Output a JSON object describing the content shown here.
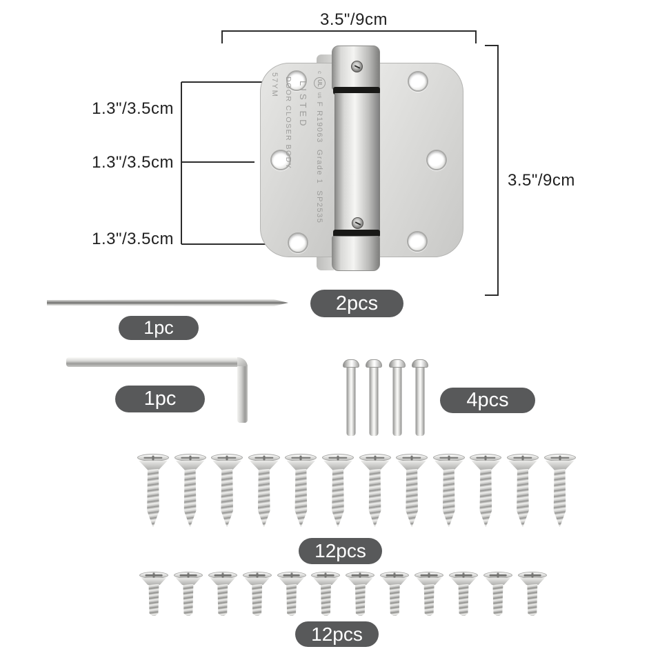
{
  "dimensions": {
    "top_width": "3.5\"/9cm",
    "right_height": "3.5\"/9cm",
    "left_seg_1": "1.3\"/3.5cm",
    "left_seg_2": "1.3\"/3.5cm",
    "left_seg_3": "1.3\"/3.5cm"
  },
  "hinge": {
    "badge": "2pcs",
    "stamp": {
      "ul_prefix": "c",
      "ul_mark": "UL",
      "ul_suffix": "us",
      "cert_line": "F R19063  Grade 1  SP2535",
      "listed": "LISTED",
      "body": "DOOR CLOSER BODY",
      "code": "57YM"
    }
  },
  "hardware": {
    "rod": {
      "badge": "1pc",
      "count": 1
    },
    "hex_key": {
      "badge": "1pc",
      "count": 1
    },
    "pins": {
      "badge": "4pcs",
      "count": 4
    },
    "long_screws": {
      "badge": "12pcs",
      "count": 12
    },
    "short_screws": {
      "badge": "12pcs",
      "count": 12
    }
  },
  "colors": {
    "badge_bg": "#58595a",
    "badge_text": "#ffffff",
    "dim_line": "#2b2b2b",
    "metal_light": "#f2f2f0",
    "metal_dark": "#8e8e8c",
    "spring_ring": "#181816"
  }
}
